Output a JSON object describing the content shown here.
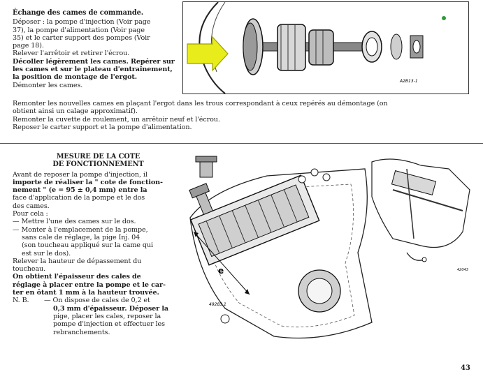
{
  "top_section": {
    "heading": "Échange des cames de commande.",
    "step_1": [
      "Déposer : la pompe d'injection (Voir page",
      "37), la pompe d'alimentation (Voir page",
      "35) et le carter support des pompes (Voir",
      "page 18)."
    ],
    "step_2": "Relever l'arrêtoir et retirer l'écrou.",
    "step_3": [
      "Décoller légèrement les cames. Repérer sur",
      "les cames et sur le plateau d'entraînement,",
      "la position de montage de l'ergot."
    ],
    "step_4": "Démonter les cames.",
    "step_5": [
      "Remonter les nouvelles cames en plaçant l'ergot dans les trous correspondant à ceux repérés au démontage (on",
      "obtient ainsi un calage approximatif)."
    ],
    "step_6": "Remonter la cuvette de roulement, un arrêtoir neuf et l'écrou.",
    "step_7": "Reposer le carter support et la pompe d'alimentation.",
    "figure_ref": "A2B13-1",
    "arrow_color": "#e8ec1a"
  },
  "bottom_section": {
    "heading_line_1": "MESURE DE LA COTE",
    "heading_line_2": "DE FONCTIONNEMENT",
    "para_1": [
      "Avant de reposer la pompe d'injection, il",
      "importe de réaliser la \" cote de fonction-",
      "nement \" (e = 95 ± 0,4 mm) entre la",
      "face d'application de la pompe et le dos",
      "des cames."
    ],
    "para_2_intro": "Pour cela :",
    "dash_1": "— Mettre l'une des cames sur le dos.",
    "dash_2": [
      "— Monter à l'emplacement de la pompe,",
      "sans cale de réglage, la pige Inj. 04",
      "(son toucheau appliqué sur la came qui",
      "est sur le dos)."
    ],
    "para_3": [
      "Relever la hauteur de dépassement du",
      "toucheau."
    ],
    "para_4": [
      "On obtient l'épaisseur des cales de",
      "réglage à placer entre la pompe et le car-",
      "ter en ôtant 1 mm à la hauteur trouvée."
    ],
    "nb_label": "N. B.",
    "nb_text": [
      "— On dispose de cales de 0,2 et",
      "0,3 mm d'épaisseur. Déposer la",
      "pige, placer les cales, reposer la",
      "pompe d'injection et effectuer les",
      "rebranchements."
    ],
    "figure_ref_left": "49283.1",
    "figure_ref_right": "42043",
    "dimension_label": "e"
  },
  "page_number": "43"
}
